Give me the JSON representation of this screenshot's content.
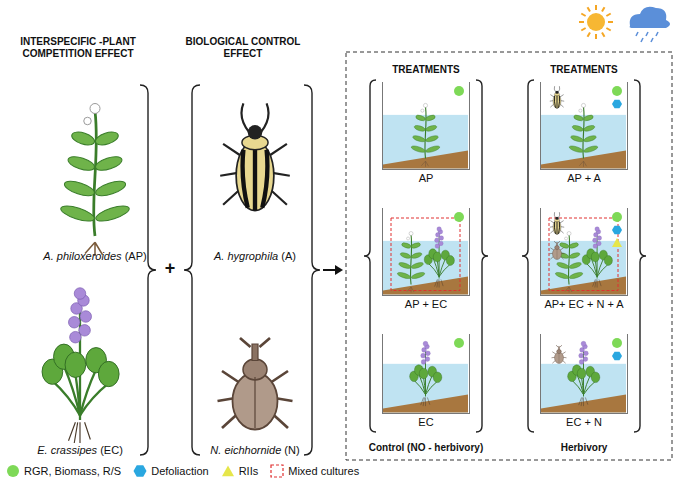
{
  "diagram": {
    "nodes": [
      {
        "text": [
          "AP"
        ]
      },
      {
        "text": [
          "AP + EC"
        ]
      },
      {
        "text": [
          "EC"
        ]
      },
      {
        "text": [
          "AP + A"
        ]
      },
      {
        "text": [
          "AP+ EC + N + A"
        ]
      },
      {
        "text": [
          "EC + N"
        ]
      }
    ],
    "labels": [
      "INTERSPECIFIC -PLANT COMPETITION EFFECT",
      "BIOLOGICAL CONTROL EFFECT",
      "A. philoxeroides (AP)",
      "E. crassipes (EC)",
      "A. hygrophila (A)",
      "N. eichhornide (N)",
      "+",
      "TREATMENTS",
      "TREATMENTS",
      "Control (NO - herbivory)",
      "Herbivory"
    ],
    "legend": [
      {
        "text": "RGR, Biomass, R/S"
      },
      {
        "text": "Defoliaction"
      },
      {
        "text": "RIIs"
      },
      {
        "text": "Mixed cultures"
      }
    ]
  }
}
